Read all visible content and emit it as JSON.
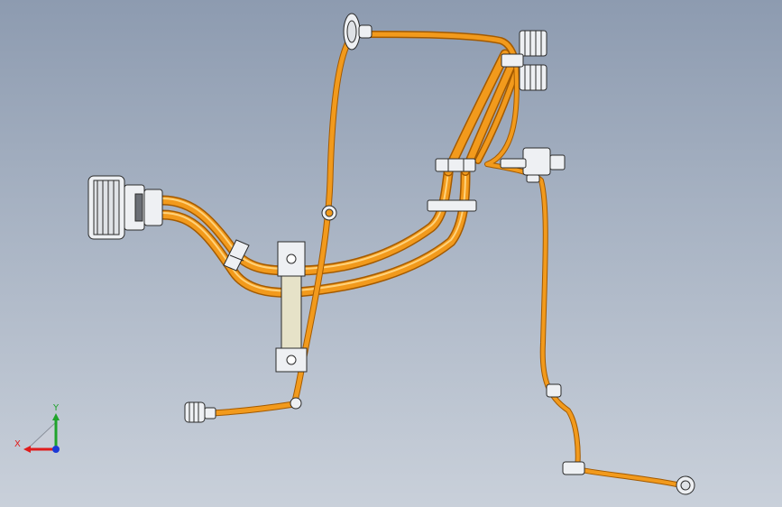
{
  "viewport": {
    "background_top": "#8d9bb0",
    "background_bottom": "#c9d0da"
  },
  "colors": {
    "cable_outline": "#a35a00",
    "cable_main": "#f29a1c",
    "cable_highlight": "#ffd27a",
    "connector_fill": "#eef0f3",
    "connector_stroke": "#2b2b2b",
    "axis_x": "#e01b1b",
    "axis_y": "#1fa32b",
    "axis_z": "#1c39d6"
  },
  "triad": {
    "x_label": "X",
    "y_label": "Y",
    "icon": "coordinate-triad-icon"
  },
  "parts": [
    {
      "name": "left-round-connector",
      "icon": "multi-pin-connector-icon"
    },
    {
      "name": "top-grommet-connector",
      "icon": "grommet-icon"
    },
    {
      "name": "top-right-double-connector",
      "icon": "terminal-block-icon"
    },
    {
      "name": "right-inline-connector",
      "icon": "inline-connector-icon"
    },
    {
      "name": "bottom-left-plug",
      "icon": "plug-icon"
    },
    {
      "name": "bottom-right-ring-terminal",
      "icon": "ring-terminal-icon"
    },
    {
      "name": "center-mounting-bracket",
      "icon": "bracket-icon"
    }
  ]
}
